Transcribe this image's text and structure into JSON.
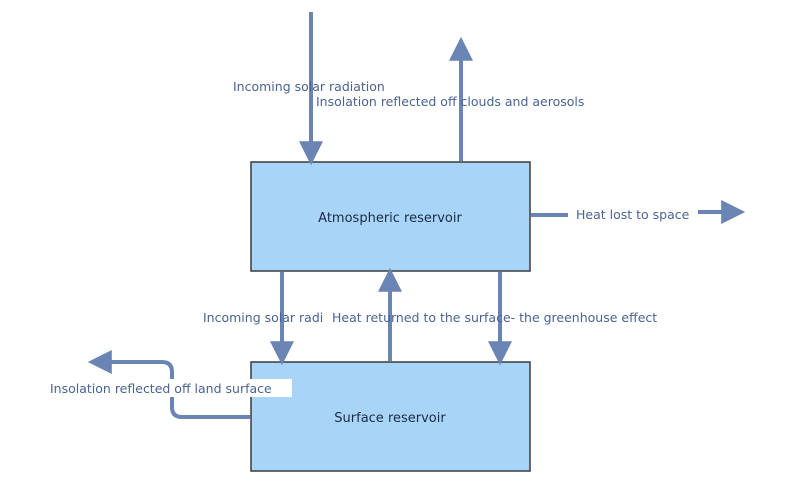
{
  "reservoirs": {
    "atmospheric": "Atmospheric reservoir",
    "surface": "Surface reservoir"
  },
  "flows": {
    "incoming_solar_top": "Incoming solar radiation",
    "reflected_clouds": "Insolation reflected off clouds and aerosols",
    "heat_lost_space": "Heat lost to space",
    "incoming_solar_mid": "Incoming solar radi",
    "greenhouse": "Heat returned to the surface- the greenhouse effect",
    "reflected_land": "Insolation reflected off land surface"
  },
  "colors": {
    "box_fill": "#a8d4f8",
    "arrow": "#6a84b4",
    "label_text": "#4a6394"
  }
}
